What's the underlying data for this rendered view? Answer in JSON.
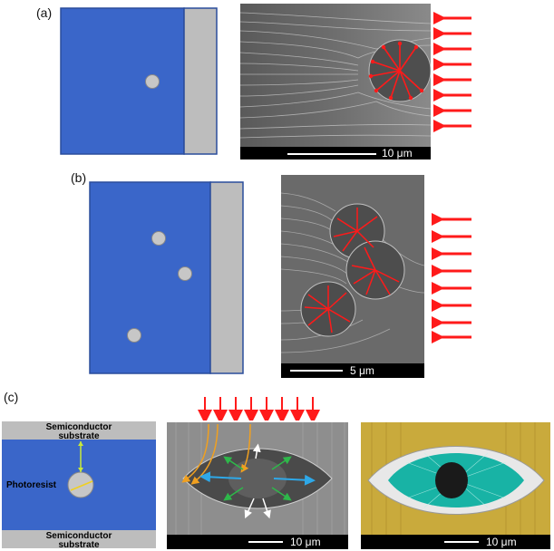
{
  "panels": {
    "a": {
      "label": "(a)",
      "scale_label": "10 μm"
    },
    "b": {
      "label": "(b)",
      "scale_label": "5 μm"
    },
    "c": {
      "label": "(c)",
      "schematic": {
        "top_label_line1": "Semiconductor",
        "top_label_line2": "substrate",
        "middle_label": "Photoresist",
        "bottom_label_line1": "Semiconductor",
        "bottom_label_line2": "substrate"
      },
      "scale_label_1": "10 μm",
      "scale_label_2": "10 μm"
    }
  },
  "colors": {
    "schematic_blue": "#3a66c9",
    "schematic_gray": "#bdbdbd",
    "arrow_red": "#ff1a1a",
    "arrow_orange": "#f0a020",
    "arrow_green": "#2eb84a",
    "arrow_blue": "#2ea8e8",
    "teal": "#18b3a5",
    "gold": "#c9aa3c"
  }
}
